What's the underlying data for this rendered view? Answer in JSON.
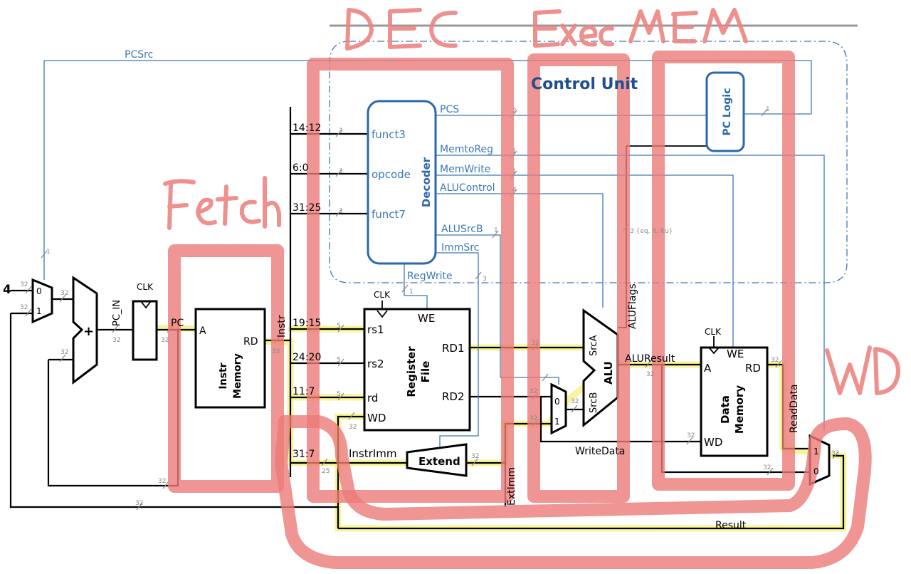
{
  "stage_labels": {
    "fetch": "Fetch",
    "decode": "DEC",
    "execute": "Exec",
    "memory": "MEM",
    "writeback": "WD"
  },
  "control_unit": {
    "title": "Control Unit",
    "decoder": {
      "label": "Decoder",
      "inputs": [
        "funct3",
        "opcode",
        "funct7"
      ],
      "outputs": [
        "PCS",
        "MemtoReg",
        "MemWrite",
        "ALUControl",
        "ALUSrcB",
        "ImmSrc",
        "RegWrite"
      ]
    },
    "pc_logic": "PC Logic",
    "widths": {
      "PCS": "2",
      "MemtoReg": "1",
      "MemWrite": "1",
      "ALUControl": "4",
      "ALUSrcB": "1",
      "ImmSrc": "3",
      "RegWrite": "1",
      "pc_logic_out": "1",
      "flags": "3 {eq, lt, ltu}"
    }
  },
  "signals": {
    "pcsrc": "PCSrc",
    "pcsrc_width": "1",
    "const4": "4",
    "pc_in": "PC_IN",
    "pc": "PC",
    "clk": "CLK",
    "instr": "Instr",
    "instr_imm": "InstrImm",
    "ext_imm": "ExtImm",
    "alu_flags": "ALUFlags",
    "alu_result": "ALUResult",
    "write_data": "WriteData",
    "read_data": "ReadData",
    "result": "Result",
    "bus32": "32",
    "w5": "5",
    "w25": "25"
  },
  "fields": {
    "f1": "14:12",
    "f2": "6:0",
    "f3": "31:25",
    "rs1": "19:15",
    "rs2": "24:20",
    "rd": "11:7",
    "imm": "31:7"
  },
  "blocks": {
    "instr_memory": {
      "line1": "Instr",
      "line2": "Memory",
      "port_a": "A",
      "port_rd": "RD"
    },
    "register_file": {
      "line1": "Register",
      "line2": "File",
      "rs1": "rs1",
      "rs2": "rs2",
      "rd": "rd",
      "wd": "WD",
      "we": "WE",
      "rd1": "RD1",
      "rd2": "RD2"
    },
    "extend": "Extend",
    "alu": {
      "label": "ALU",
      "srca": "SrcA",
      "srcb": "SrcB"
    },
    "data_memory": {
      "line1": "Data",
      "line2": "Memory",
      "port_a": "A",
      "port_rd": "RD",
      "port_wd": "WD",
      "we": "WE"
    },
    "mux": {
      "in0": "0",
      "in1": "1"
    },
    "adder": "+"
  }
}
